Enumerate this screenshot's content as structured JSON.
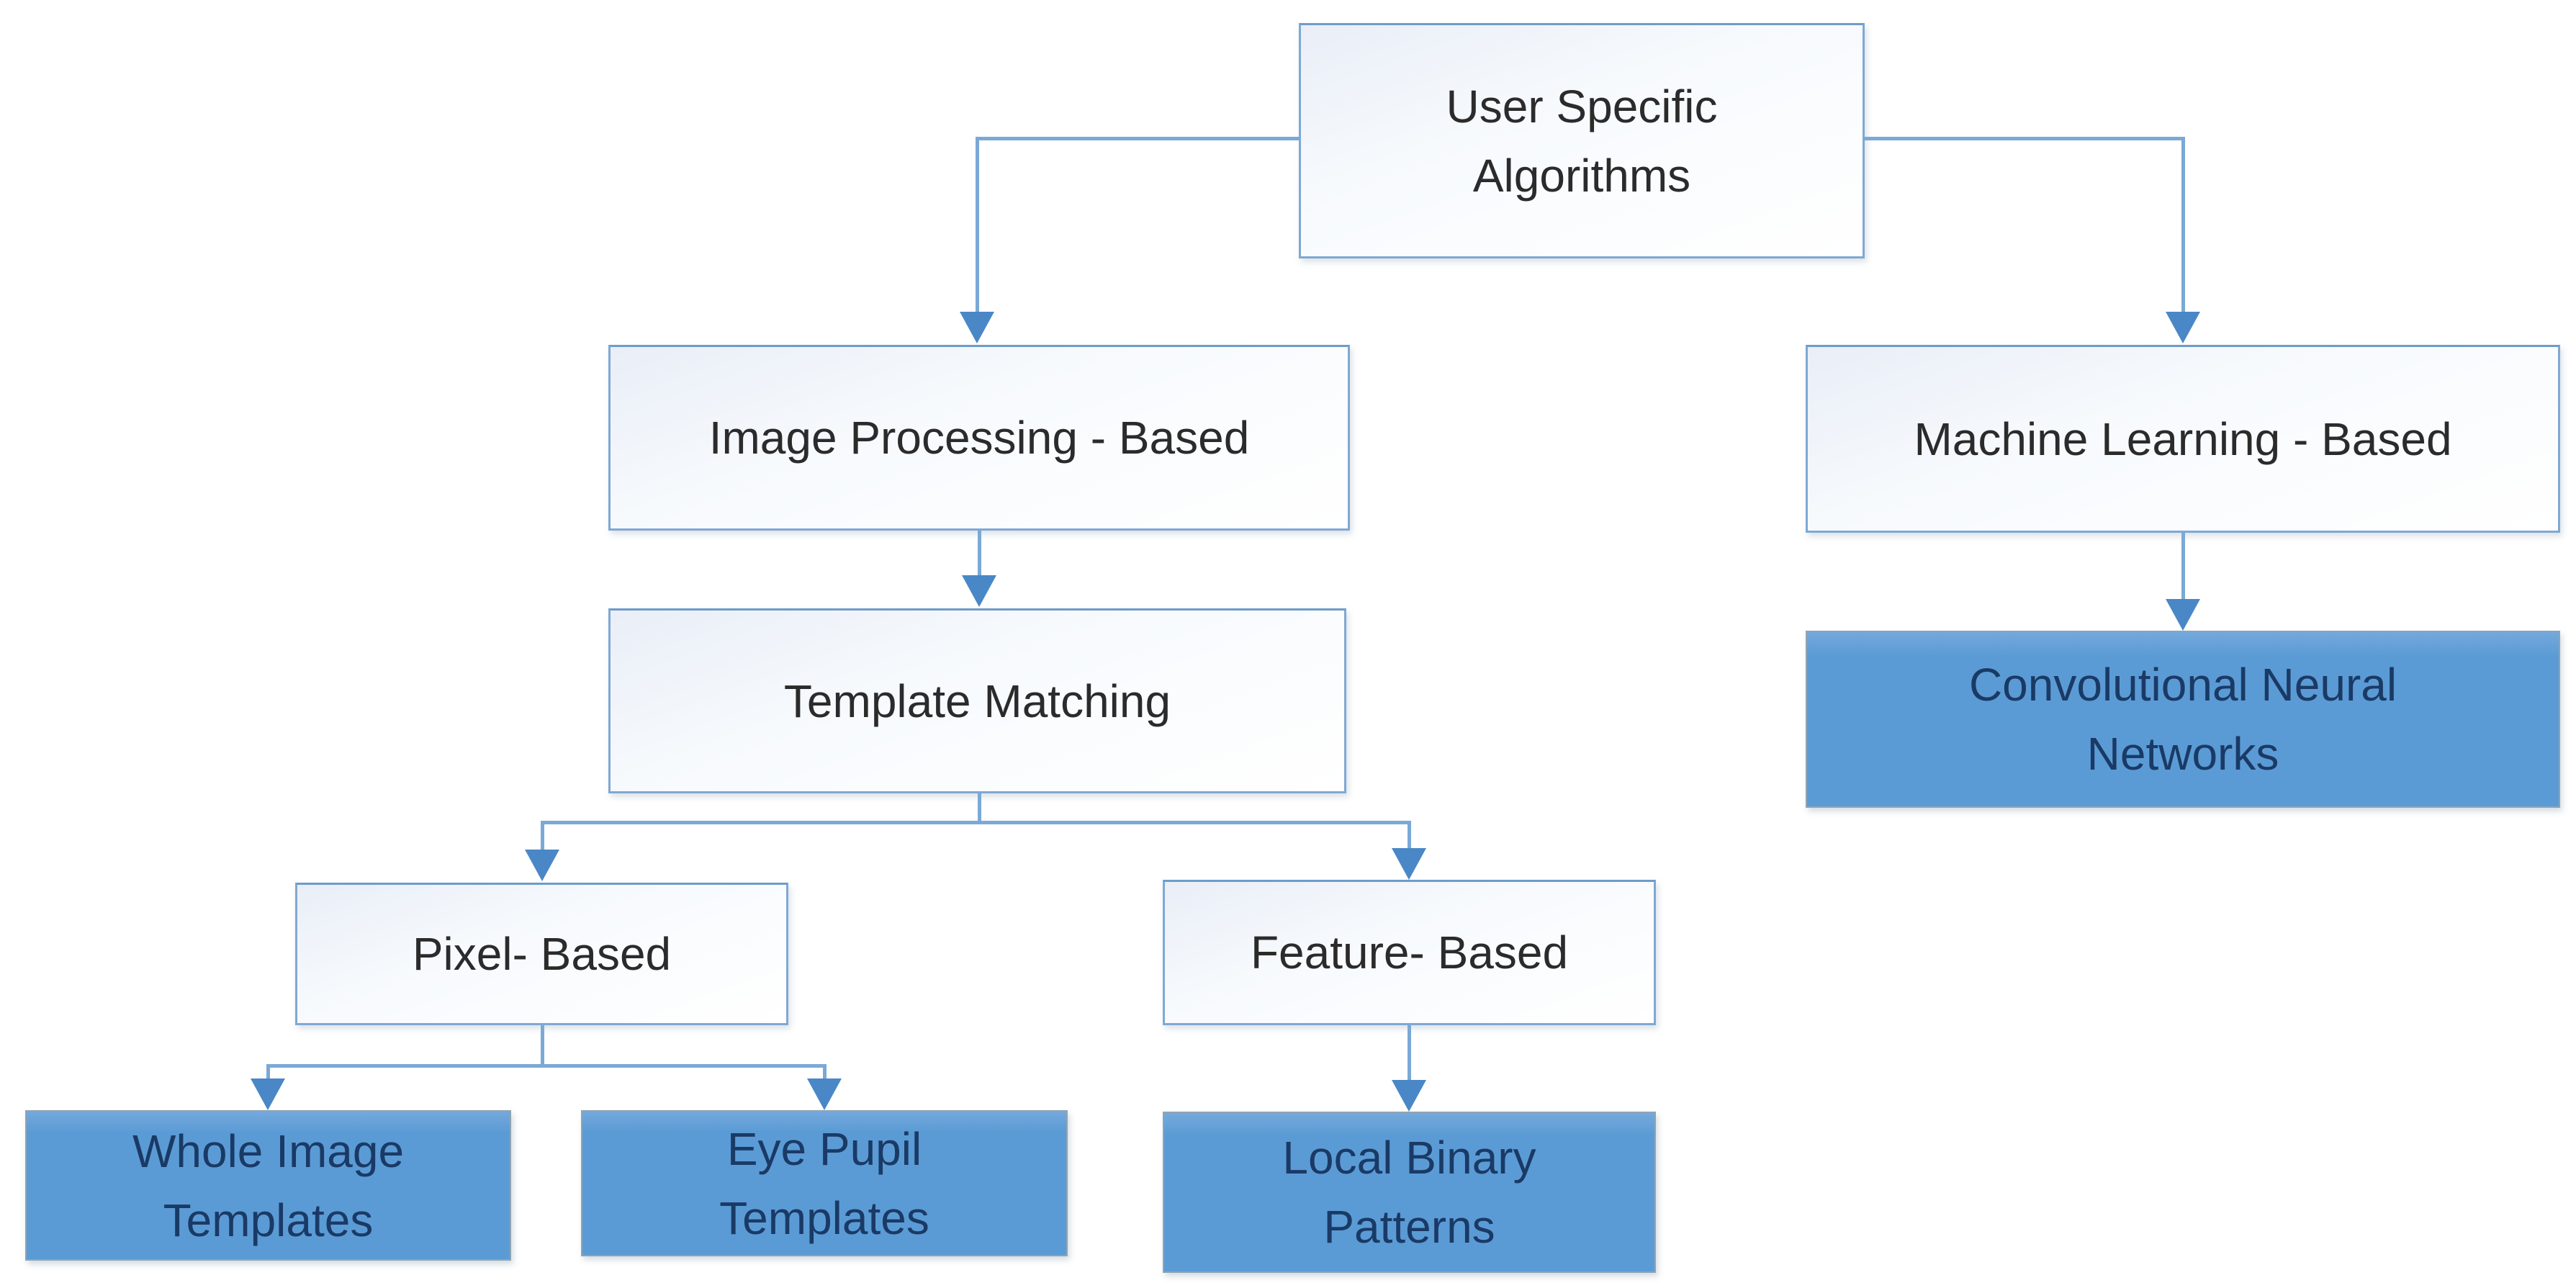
{
  "diagram": {
    "type": "flowchart",
    "nodes": {
      "root": {
        "label": "User Specific Algorithms",
        "style": "outline"
      },
      "image_processing": {
        "label": "Image Processing - Based",
        "style": "outline"
      },
      "machine_learning": {
        "label": "Machine Learning - Based",
        "style": "outline"
      },
      "template_matching": {
        "label": "Template Matching",
        "style": "outline"
      },
      "cnn": {
        "label": "Convolutional Neural Networks",
        "style": "filled"
      },
      "pixel_based": {
        "label": "Pixel- Based",
        "style": "outline"
      },
      "feature_based": {
        "label": "Feature- Based",
        "style": "outline"
      },
      "whole_image_templates": {
        "label": "Whole Image Templates",
        "style": "filled"
      },
      "eye_pupil_templates": {
        "label": "Eye Pupil Templates",
        "style": "filled"
      },
      "local_binary_patterns": {
        "label": "Local Binary Patterns",
        "style": "filled"
      }
    },
    "edges": [
      {
        "from": "root",
        "to": "image_processing"
      },
      {
        "from": "root",
        "to": "machine_learning"
      },
      {
        "from": "image_processing",
        "to": "template_matching"
      },
      {
        "from": "machine_learning",
        "to": "cnn"
      },
      {
        "from": "template_matching",
        "to": "pixel_based"
      },
      {
        "from": "template_matching",
        "to": "feature_based"
      },
      {
        "from": "pixel_based",
        "to": "whole_image_templates"
      },
      {
        "from": "pixel_based",
        "to": "eye_pupil_templates"
      },
      {
        "from": "feature_based",
        "to": "local_binary_patterns"
      }
    ],
    "colors": {
      "background": "#ffffff",
      "node_border": "#7fa8d4",
      "node_border_top": "#6d9cc9",
      "node_text": "#2b2b2b",
      "leaf_fill": "#5b9bd5",
      "leaf_border": "#8ea4b5",
      "leaf_text": "#1a3a66",
      "connector": "#7aa9d6",
      "arrowhead": "#4a87c7"
    }
  }
}
